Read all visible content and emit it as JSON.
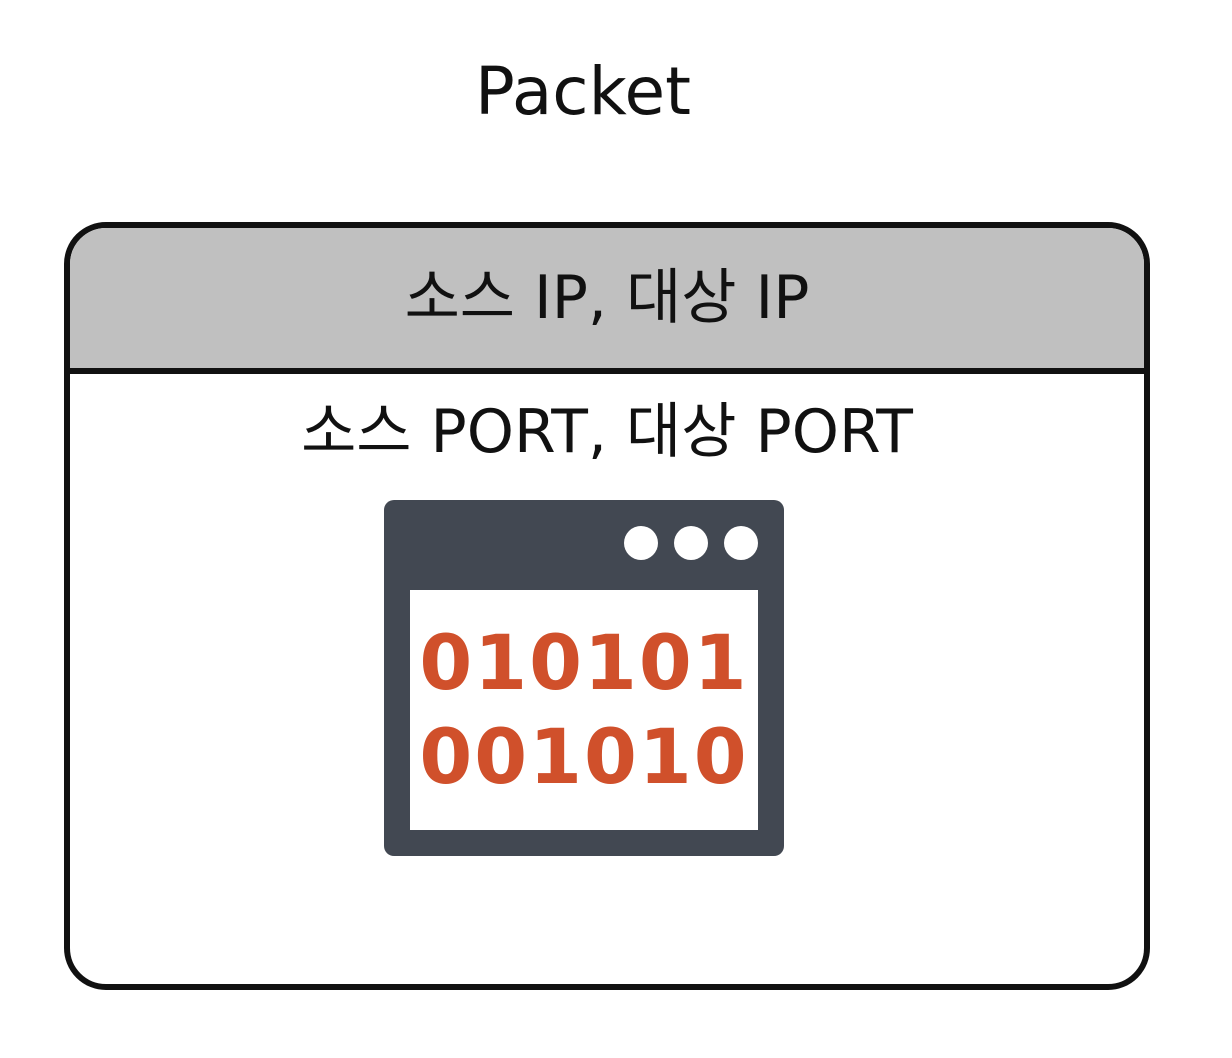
{
  "title": "Packet",
  "ip_header": {
    "label": "소스 IP, 대상 IP"
  },
  "port_header": {
    "label": "소스 PORT, 대상 PORT"
  },
  "payload": {
    "icon": "binary-window-icon",
    "lines": [
      "010101",
      "001010"
    ]
  },
  "colors": {
    "header_bg": "#c0c0c0",
    "border": "#111111",
    "window_frame": "#424852",
    "binary_text": "#d0502b"
  }
}
